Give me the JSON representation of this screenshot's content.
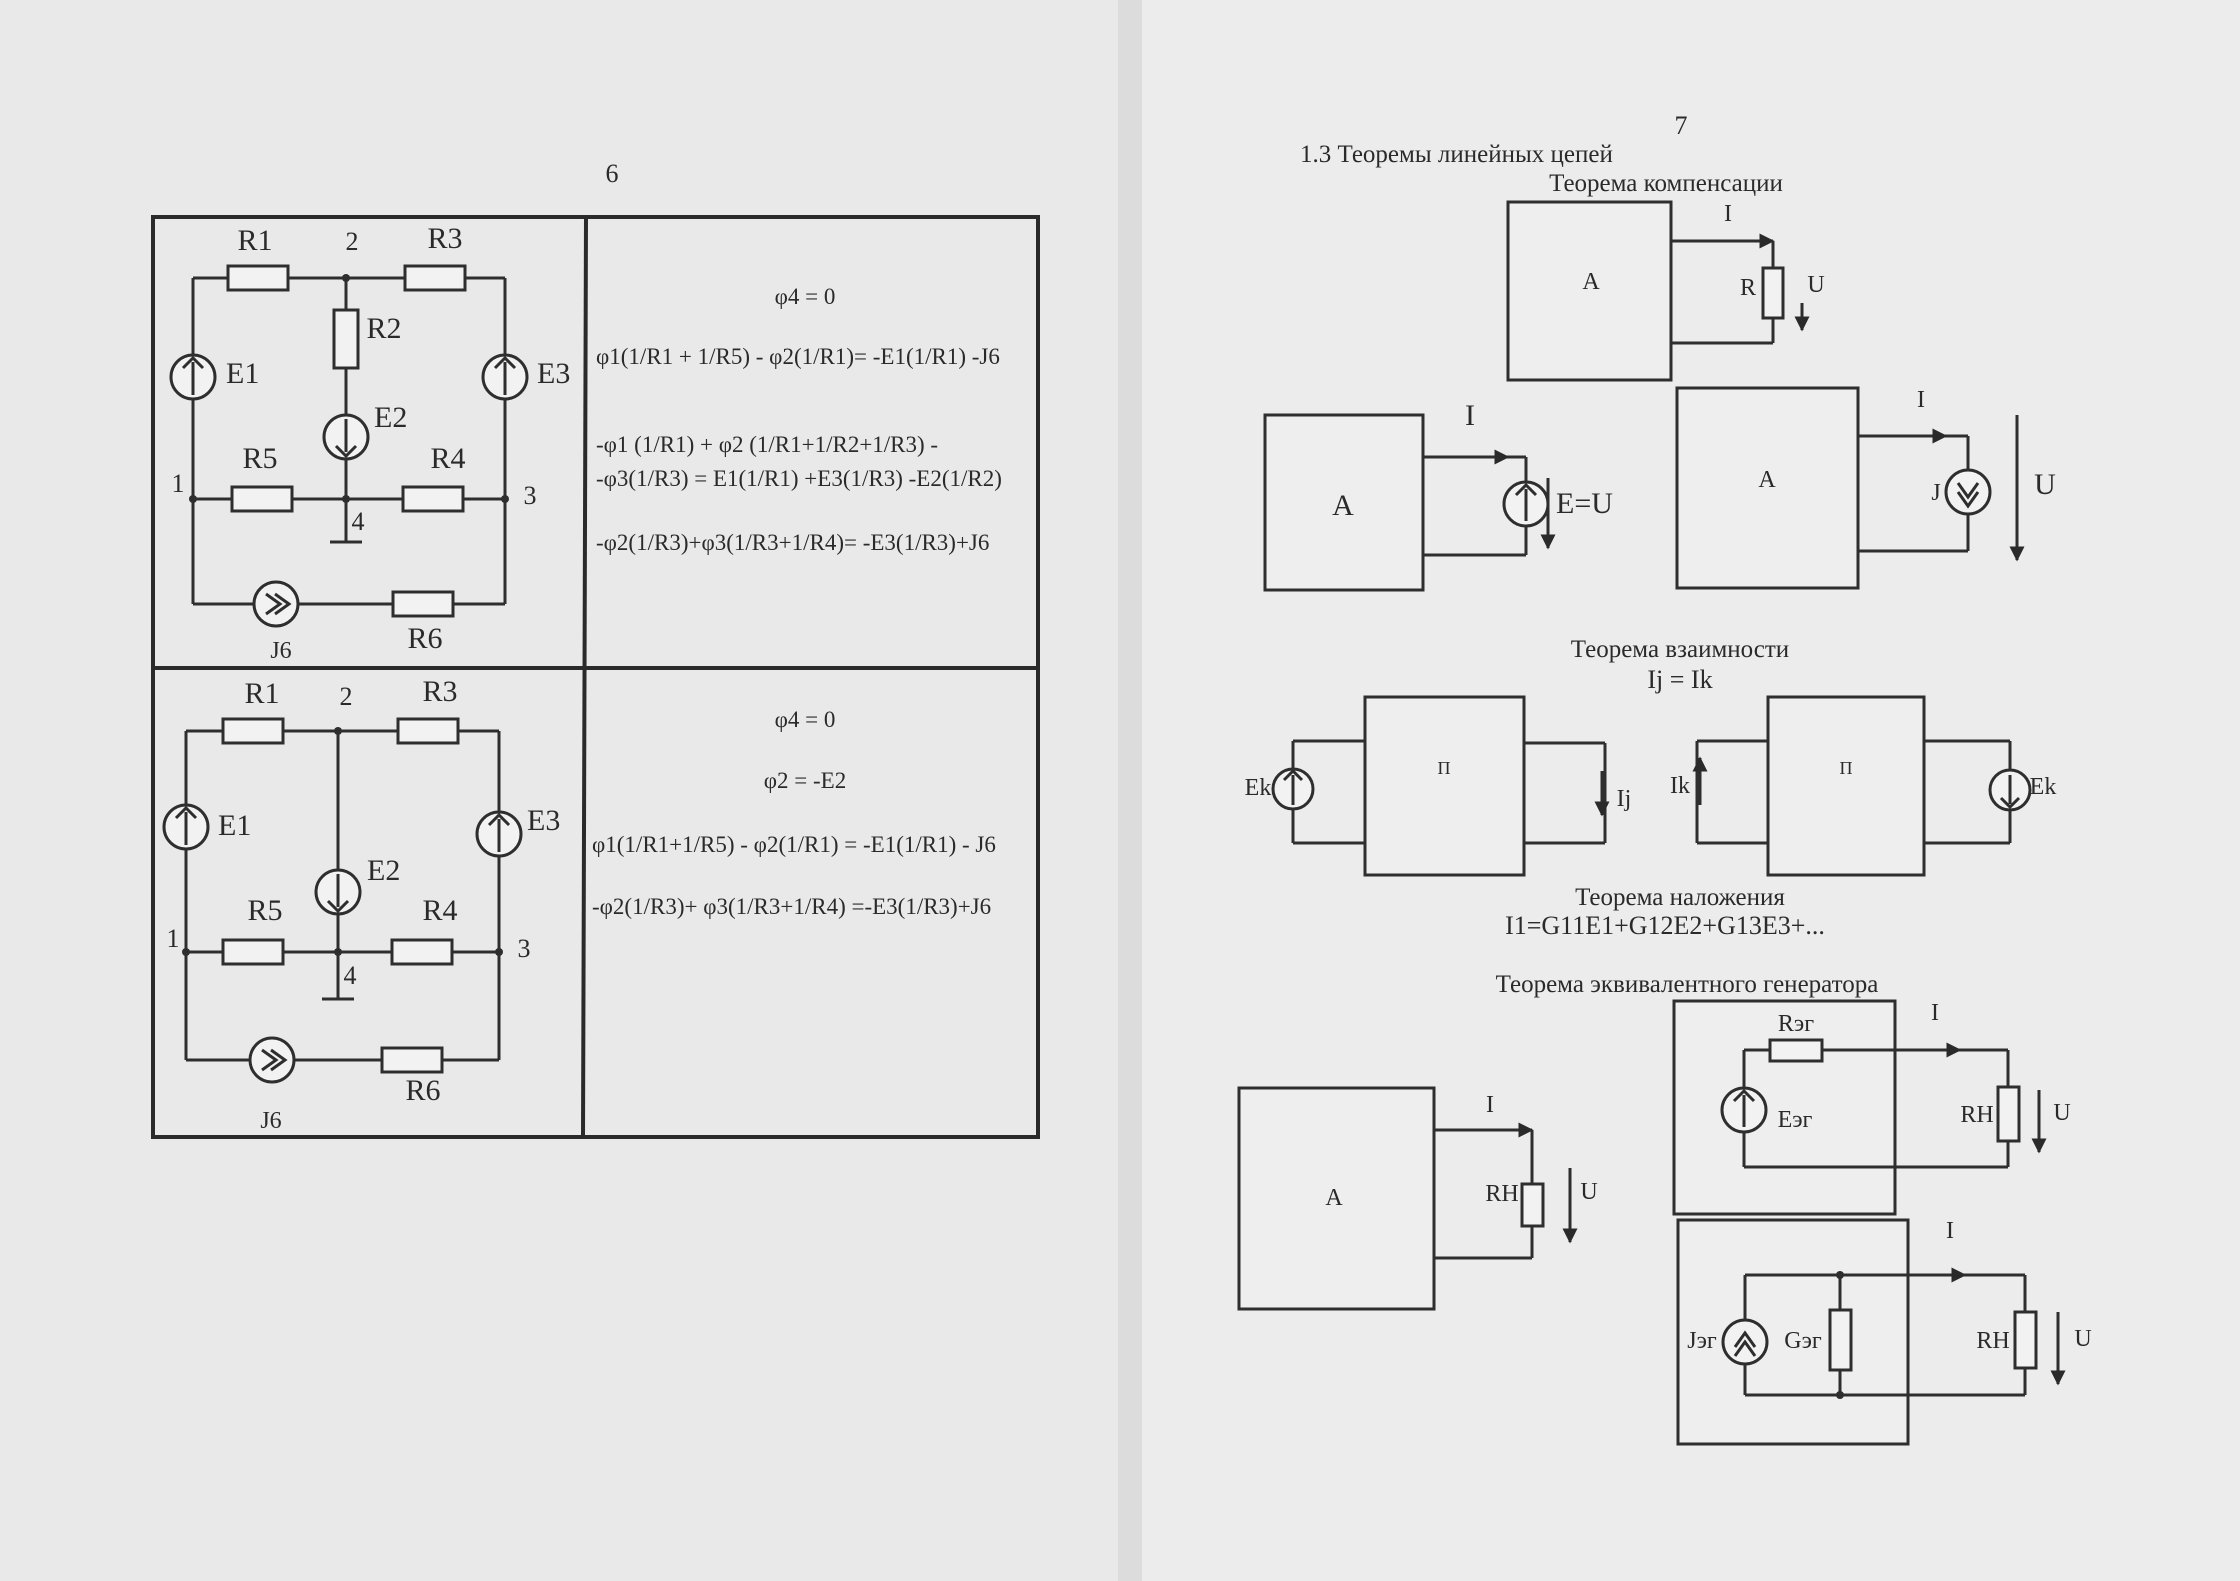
{
  "left_page": {
    "page_number": "6",
    "circuit_top": {
      "labels": {
        "r1": "R1",
        "r2": "R2",
        "r3": "R3",
        "r4": "R4",
        "r5": "R5",
        "r6": "R6",
        "e1": "E1",
        "e2": "E2",
        "e3": "E3",
        "j6": "J6",
        "n1": "1",
        "n2": "2",
        "n3": "3",
        "n4": "4"
      },
      "equations": [
        "φ4 = 0",
        "φ1(1/R1 + 1/R5) - φ2(1/R1)= -E1(1/R1) -J6",
        "-φ1 (1/R1) + φ2 (1/R1+1/R2+1/R3) -",
        "-φ3(1/R3) = E1(1/R1) +E3(1/R3) -E2(1/R2)",
        "-φ2(1/R3)+φ3(1/R3+1/R4)= -E3(1/R3)+J6"
      ]
    },
    "circuit_bottom": {
      "labels": {
        "r1": "R1",
        "r3": "R3",
        "r4": "R4",
        "r5": "R5",
        "r6": "R6",
        "e1": "E1",
        "e2": "E2",
        "e3": "E3",
        "j6": "J6",
        "n1": "1",
        "n2": "2",
        "n3": "3",
        "n4": "4"
      },
      "equations": [
        "φ4 = 0",
        "φ2 = -E2",
        "φ1(1/R1+1/R5) - φ2(1/R1) = -E1(1/R1) - J6",
        "-φ2(1/R3)+ φ3(1/R3+1/R4) =-E3(1/R3)+J6"
      ]
    }
  },
  "right_page": {
    "page_number": "7",
    "section_title": "1.3 Теоремы линейных цепей",
    "compensation": {
      "title": "Теорема компенсации",
      "box_label": "A",
      "current": "I",
      "resistor": "R",
      "voltage": "U",
      "emf_box_label": "A",
      "emf_current": "I",
      "emf_label": "E=U",
      "cs_box_label": "A",
      "cs_current": "I",
      "cs_label": "J",
      "cs_voltage": "U"
    },
    "reciprocity": {
      "title": "Теорема взаимности",
      "formula": "Ij = Ik",
      "box_label": "П",
      "source_left": "Ek",
      "current_right": "Ij",
      "box_label_2": "П",
      "current_left": "Ik",
      "source_right": "Ek"
    },
    "superposition": {
      "title": "Теорема наложения",
      "formula": "I1=G11E1+G12E2+G13E3+..."
    },
    "equivalent_generator": {
      "title": "Теорема эквивалентного генератора",
      "box_label": "A",
      "current": "I",
      "load": "RH",
      "voltage": "U",
      "thevenin_r": "Rэг",
      "thevenin_e": "Eэг",
      "thevenin_current": "I",
      "thevenin_load": "RH",
      "thevenin_voltage": "U",
      "norton_j": "Jэг",
      "norton_g": "Gэг",
      "norton_current": "I",
      "norton_load": "RH",
      "norton_voltage": "U"
    }
  }
}
